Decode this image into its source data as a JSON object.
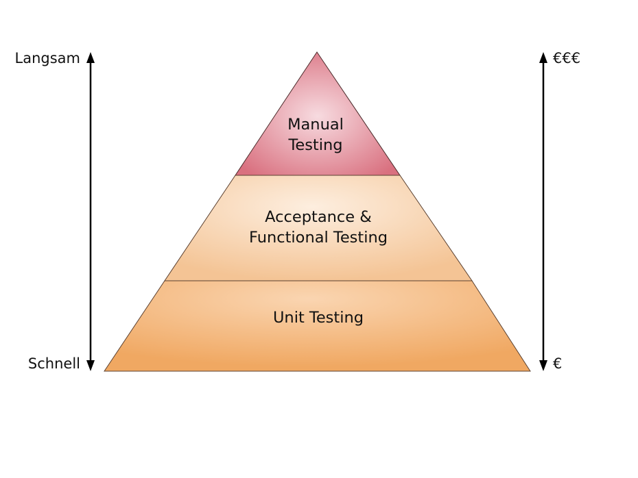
{
  "left_axis": {
    "top_label": "Langsam",
    "bottom_label": "Schnell"
  },
  "right_axis": {
    "top_label": "€€€",
    "bottom_label": "€"
  },
  "pyramid": {
    "layers": [
      {
        "lines": [
          "Manual",
          "Testing"
        ],
        "color": "#d9707f"
      },
      {
        "lines": [
          "Acceptance &",
          "Functional Testing"
        ],
        "color": "#f4c495"
      },
      {
        "lines": [
          "Unit Testing"
        ],
        "color": "#f0a862"
      }
    ]
  }
}
